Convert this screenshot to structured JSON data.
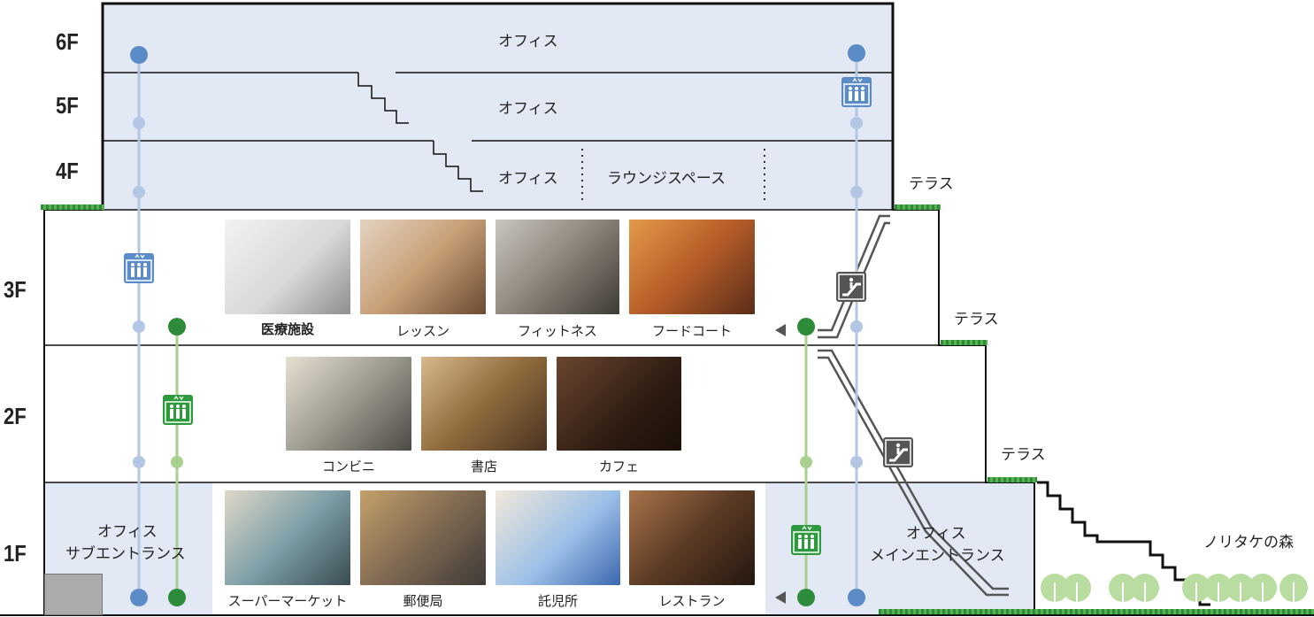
{
  "floors": [
    {
      "label": "6F"
    },
    {
      "label": "5F"
    },
    {
      "label": "4F"
    },
    {
      "label": "3F"
    },
    {
      "label": "2F"
    },
    {
      "label": "1F"
    }
  ],
  "upper": {
    "f6_office": "オフィス",
    "f5_office": "オフィス",
    "f4_office": "オフィス",
    "f4_lounge": "ラウンジスペース"
  },
  "terraces": [
    "テラス",
    "テラス",
    "テラス"
  ],
  "floor3": [
    "医療施設",
    "レッスン",
    "フィットネス",
    "フードコート"
  ],
  "floor2": [
    "コンビニ",
    "書店",
    "カフェ"
  ],
  "floor1": [
    "スーパーマーケット",
    "郵便局",
    "託児所",
    "レストラン"
  ],
  "entrances": {
    "sub": [
      "オフィス",
      "サブエントランス"
    ],
    "main": [
      "オフィス",
      "メインエントランス"
    ]
  },
  "forest": "ノリタケの森",
  "colors": {
    "office_fill": "#e2e8f4",
    "blue_line": "#b3c6e3",
    "blue_dot": "#5c8cc8",
    "green_line": "#a9d08e",
    "green_dot": "#2e8b3a",
    "elevator_blue": "#5c8cc8",
    "elevator_green": "#2e9a3e",
    "escalator": "#555555",
    "tree": "#b9dca0"
  },
  "icons": [
    "elevator-icon",
    "escalator-icon",
    "tree-icon",
    "arrow-left-icon"
  ]
}
